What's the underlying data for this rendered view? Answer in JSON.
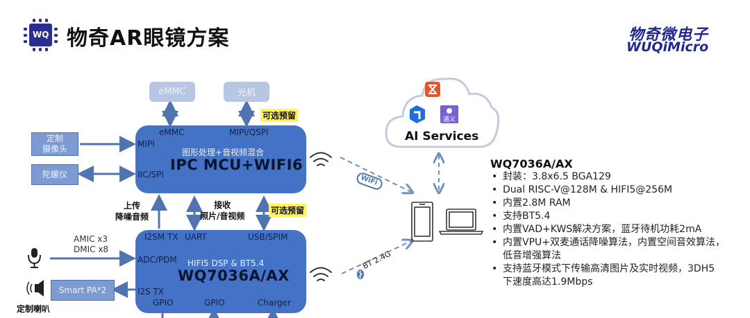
{
  "header": {
    "logo_text": "WQ",
    "title": "物奇AR眼镜方案",
    "brand_cn": "物奇微电子",
    "brand_en": "WUQiMicro"
  },
  "external": {
    "emmc_box": "eMMC",
    "optics_box": "光机",
    "camera_box": [
      "定制",
      "摄像头"
    ],
    "gyro_box": "陀螺仪",
    "mic_label": [
      "AMIC x3",
      "DMIC x8"
    ],
    "smart_pa_box": "Smart PA*2",
    "speaker_label": "定制喇叭"
  },
  "ipc_block": {
    "port_emmc": "eMMC",
    "port_mipi_qspi": "MIPI/QSPI",
    "port_mipi": "MIPI",
    "port_iic_spi": "IIC/SPI",
    "subtitle": "图形处理+音视频混合",
    "title": "IPC MCU+WIFI6"
  },
  "links": {
    "optional_top": "可选预留",
    "upload": [
      "上传",
      "降噪音频"
    ],
    "receive": [
      "接收",
      "照片/音视频"
    ],
    "optional_mid": "可选预留",
    "wifi_tag": "WiFi",
    "bt_tag": "BT 2.4G"
  },
  "wq_block": {
    "port_i2sm_tx": "I2SM TX",
    "port_uart": "UART",
    "port_usb_spim": "USB/SPIM",
    "port_adc_pdm": "ADC/PDM",
    "port_i2s_tx": "I2S TX",
    "port_gpio_1": "GPIO",
    "port_gpio_2": "GPIO",
    "port_charger": "Charger",
    "subtitle": "HIFI5 DSP & BT5.4",
    "title": "WQ7036A/AX"
  },
  "cloud": {
    "label": "AI Services",
    "tongyi_label": "通义"
  },
  "specs": {
    "title": "WQ7036A/AX",
    "items": [
      "封装：3.8x6.5 BGA129",
      "Dual RISC-V@128M & HIFI5@256M",
      "内置2.8M RAM",
      "支持BT5.4",
      "内置VAD+KWS解决方案，蓝牙待机功耗2mA",
      "内置VPU+双麦通话降噪算法，内置空间音效算法，低音增强算法",
      "支持蓝牙模式下传输高清图片及实时视频，3DH5下速度高达1.9Mbps"
    ]
  },
  "colors": {
    "block_blue": "#4472c4",
    "light_box": "#b7c6e2",
    "arrow": "#4f74b0",
    "highlight": "#fff25a",
    "brand": "#1f2a8c"
  }
}
